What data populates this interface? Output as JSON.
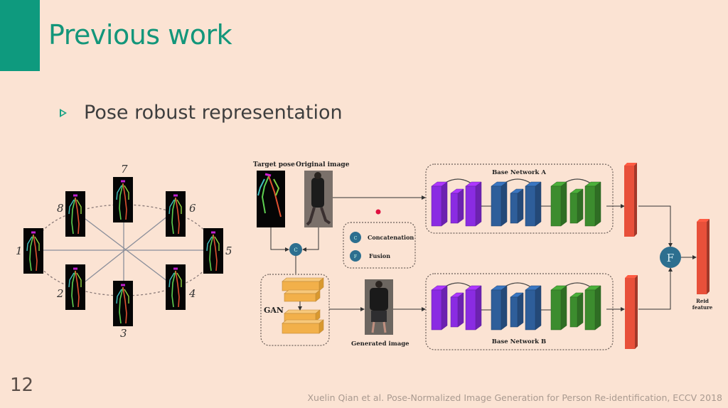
{
  "slide": {
    "title": "Previous work",
    "bullet": "Pose robust representation",
    "page_number": "12",
    "citation": "Xuelin Qian et al. Pose-Normalized Image Generation for Person Re-identification, ECCV 2018",
    "colors": {
      "background": "#fbe3d3",
      "accent": "#0e9a7e",
      "title": "#13967a"
    }
  },
  "pose_wheel": {
    "labels": [
      "1",
      "2",
      "3",
      "4",
      "5",
      "6",
      "7",
      "8"
    ]
  },
  "pipeline": {
    "target_pose_label": "Target pose",
    "original_image_label": "Original image",
    "generated_image_label": "Generated image",
    "gan_label": "GAN",
    "concat_symbol": "C",
    "fusion_symbol": "F",
    "legend": [
      {
        "symbol": "C",
        "label": "Concatenation"
      },
      {
        "symbol": "F",
        "label": "Fusion"
      }
    ],
    "base_network_a": "Base Network A",
    "base_network_b": "Base Network B",
    "output_label_line1": "Reid",
    "output_label_line2": "feature",
    "block_colors": [
      "#8a2be2",
      "#2e5e9a",
      "#3c8c2e"
    ],
    "feature_color": "#e8503a",
    "node_color": "#2d6f8f"
  }
}
